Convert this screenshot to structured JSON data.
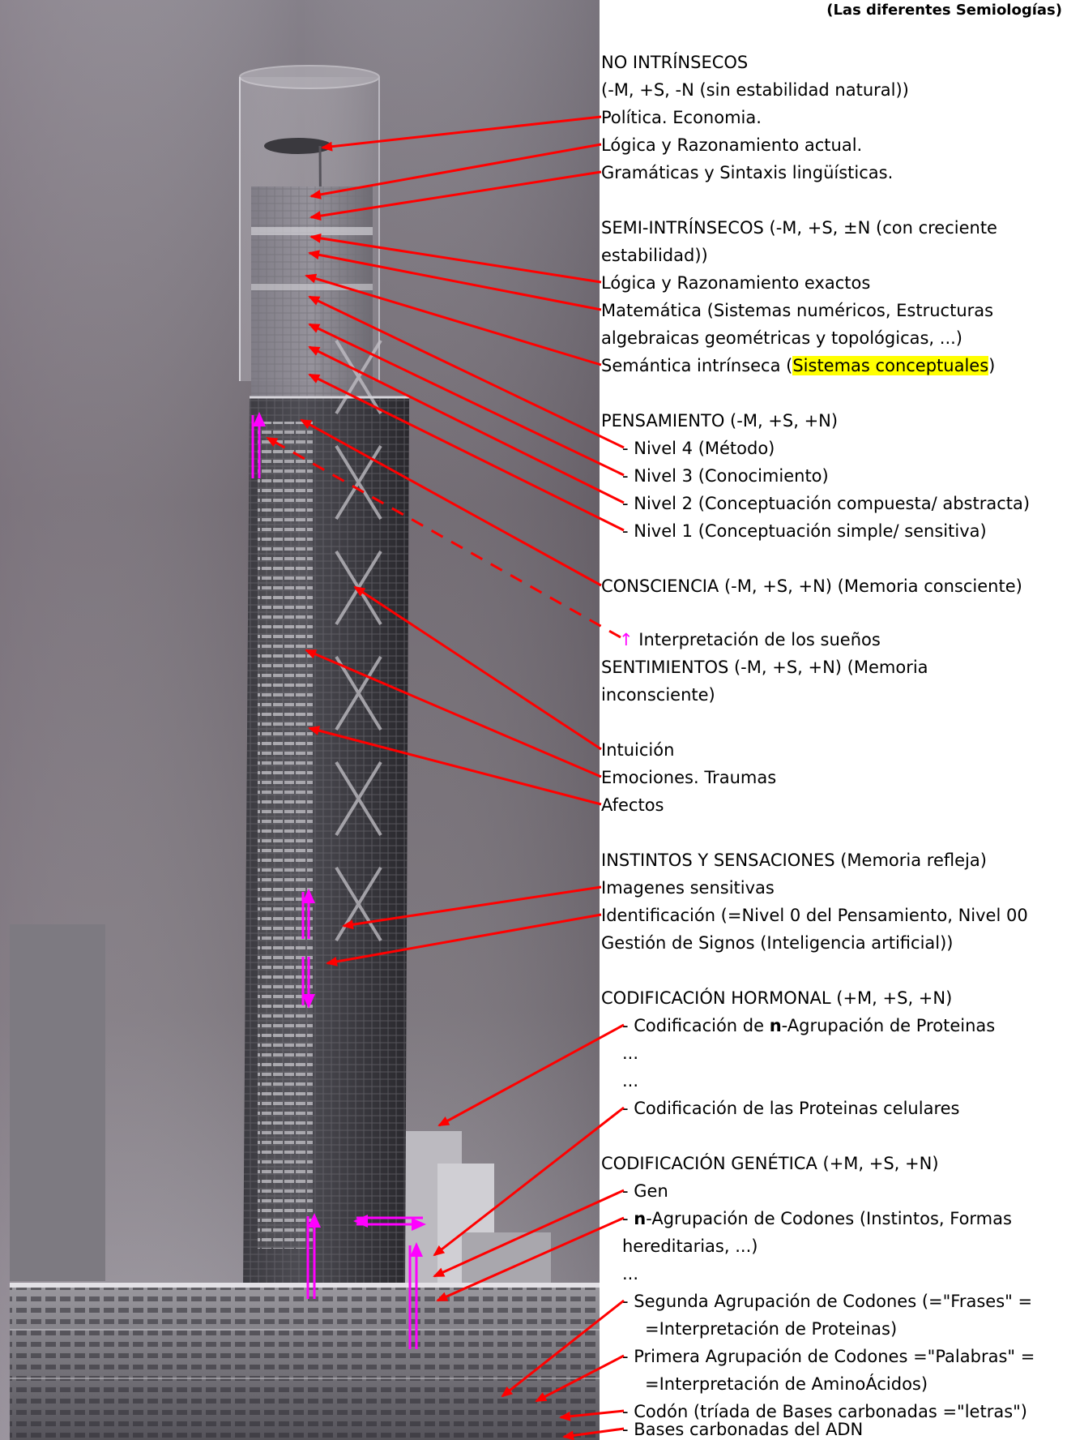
{
  "title": "(Las diferentes Semiologías)",
  "labels": {
    "l0": "NO INTRÍNSECOS",
    "l1": "(-M, +S, -N (sin estabilidad natural))",
    "l2": "Política. Economia.",
    "l3": "Lógica y Razonamiento actual.",
    "l4": "Gramáticas y Sintaxis lingüísticas.",
    "l5": "SEMI-INTRÍNSECOS (-M, +S, ±N (con creciente",
    "l6": "estabilidad))",
    "l7": "Lógica y Razonamiento exactos",
    "l8": "Matemática (Sistemas numéricos, Estructuras",
    "l9": "algebraicas geométricas y topológicas, ...)",
    "l10a": "Semántica intrínseca (",
    "l10b": "Sistemas conceptuales",
    "l10c": ")",
    "l11": "PENSAMIENTO (-M, +S, +N)",
    "l12": "- Nivel 4 (Método)",
    "l13": "- Nivel 3 (Conocimiento)",
    "l14": "- Nivel 2 (Conceptuación compuesta/ abstracta)",
    "l15": "- Nivel 1 (Conceptuación simple/ sensitiva)",
    "l16": "CONSCIENCIA (-M, +S, +N) (Memoria consciente)",
    "l17a": "↑",
    "l17b": " Interpretación de los sueños",
    "l18": "SENTIMIENTOS (-M, +S, +N) (Memoria",
    "l19": "inconsciente)",
    "l20": "Intuición",
    "l21": "Emociones. Traumas",
    "l22": "Afectos",
    "l23": "INSTINTOS Y SENSACIONES (Memoria refleja)",
    "l24": "Imagenes sensitivas",
    "l25": "Identificación (=Nivel 0 del Pensamiento, Nivel 00",
    "l26": "Gestión de Signos (Inteligencia artificial))",
    "l27": "CODIFICACIÓN HORMONAL (+M, +S, +N)",
    "l28a": "- Codificación de ",
    "l28b": "n",
    "l28c": "-Agrupación de Proteinas",
    "l29": "...",
    "l30": "...",
    "l31": "- Codificación de las Proteinas celulares",
    "l32": "CODIFICACIÓN GENÉTICA (+M, +S, +N)",
    "l33": "- Gen",
    "l34a": "- ",
    "l34b": "n",
    "l34c": "-Agrupación de Codones (Instintos, Formas",
    "l35": "hereditarias, ...)",
    "l36": "...",
    "l37": "- Segunda Agrupación de Codones (=\"Frases\" =",
    "l38": "=Interpretación de Proteinas)",
    "l39": "- Primera Agrupación de Codones =\"Palabras\" =",
    "l40": "=Interpretación de AminoÁcidos)",
    "l41": "- Codón (tríada de Bases carbonadas =\"letras\")",
    "l42": "- Bases carbonadas del ADN"
  },
  "colors": {
    "arrow": "#ff0000",
    "magenta_arrow": "#ff00ff",
    "highlight": "#ffff00"
  }
}
